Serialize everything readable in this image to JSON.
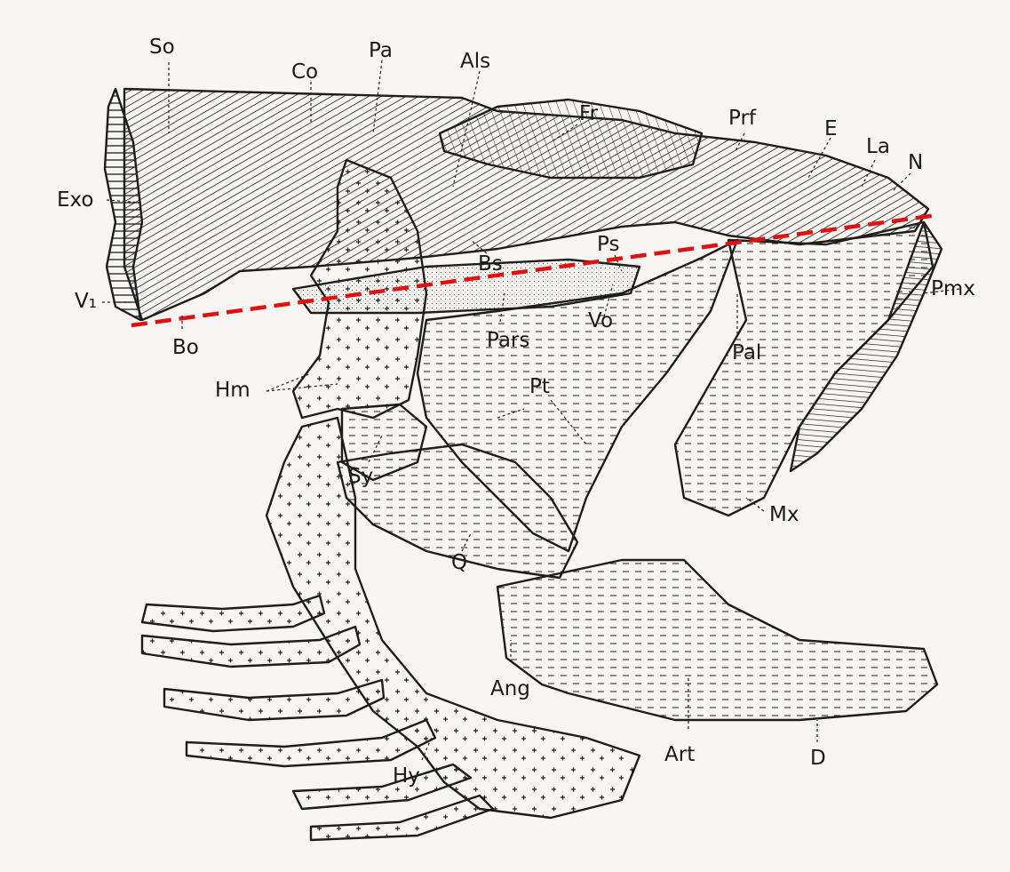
{
  "figure": {
    "labels": {
      "so": "So",
      "co": "Co",
      "pa": "Pa",
      "als": "Als",
      "fr": "Fr",
      "prf": "Prf",
      "e": "E",
      "la": "La",
      "n": "N",
      "exo": "Exo",
      "v1": "V₁",
      "bo": "Bo",
      "bs": "Bs",
      "ps": "Ps",
      "pmx": "Pmx",
      "vo": "Vo",
      "pars": "Pars",
      "pal": "Pal",
      "hm": "Hm",
      "pt": "Pt",
      "sy": "Sy",
      "mx": "Mx",
      "q": "Q",
      "ang": "Ang",
      "art": "Art",
      "d": "D",
      "hy": "Hy"
    },
    "colors": {
      "paper": "#f7f6f2",
      "ink": "#1d1d1d",
      "reference_line": "#e01010"
    }
  }
}
